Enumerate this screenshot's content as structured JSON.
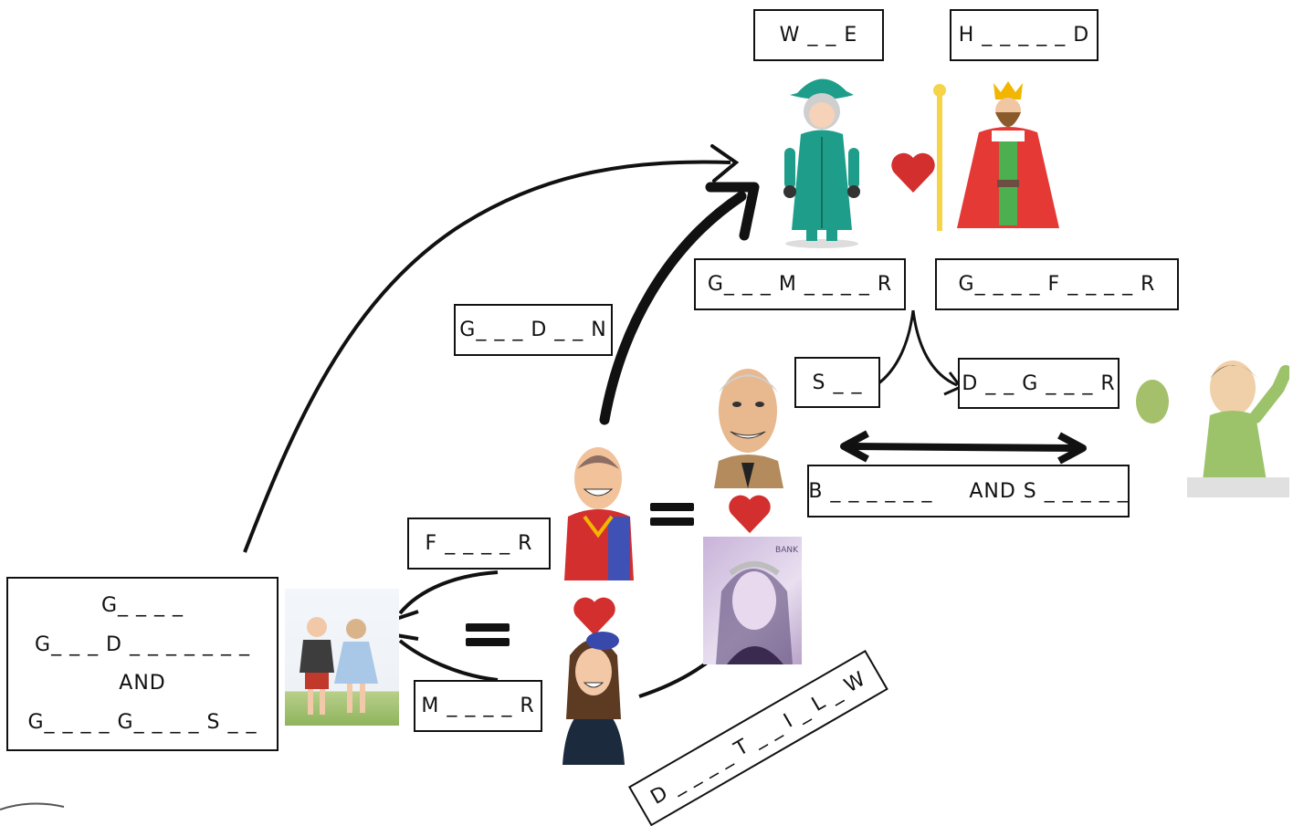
{
  "labels": {
    "wife": "W _ _ E",
    "husband": "H _ _ _ _ _ D",
    "grandmother": "G_ _ _ M _ _ _ _ R",
    "grandfather": "G_ _ _ _ F _ _ _ _ R",
    "garden": "G_ _ _ D _ _ N",
    "son": "S _ _",
    "daughter": "D _ _ G _ _ _ R",
    "brother_sister": "B _ _ _ _ _ _     AND S _ _ _ _ _",
    "father": "F _ _ _ _ R",
    "mother": "M _ _ _ _ R",
    "kids_line1": "G_ _ _ _",
    "kids_line2": "G_ _ _ D _ _ _ _ _ _ _",
    "kids_line3": "AND",
    "kids_line4": "G_ _ _ _ G_ _ _ _ S _ _",
    "daughter_in_law": "D _ _ _ _ T _ _ I _ L _ W"
  },
  "banknote_text": "BANK",
  "icons": [
    "queen-icon",
    "king-icon",
    "heart-icon",
    "prince-charles-icon",
    "princess-anne-icon",
    "prince-william-icon",
    "kate-icon",
    "diana-banknote-icon",
    "children-icon",
    "equals-icon"
  ],
  "colors": {
    "heart": "#d32f2f",
    "queen_coat": "#1e9e8a",
    "king_robe": "#e53935"
  }
}
